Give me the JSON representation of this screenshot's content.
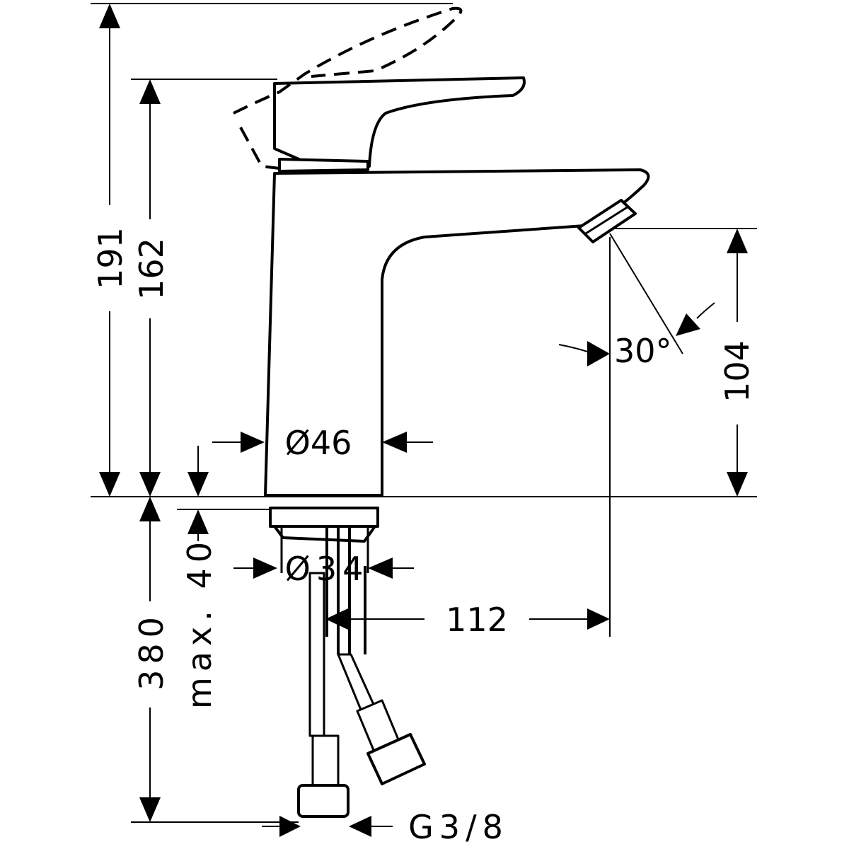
{
  "title": "Basin mixer dimension drawing",
  "dimensions": {
    "total_height": "191",
    "lever_height": "162",
    "spout_height": "104",
    "spout_angle": "30°",
    "body_diameter": "Ø46",
    "shank_diameter": "Ø34",
    "spout_reach": "112",
    "hose_length": "380",
    "max_thickness": "max. 40",
    "connection_thread": "G3/8"
  }
}
